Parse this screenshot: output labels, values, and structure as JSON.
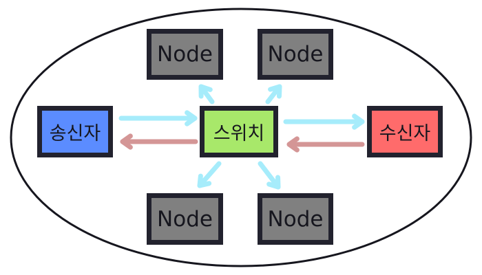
{
  "diagram": {
    "nodes": {
      "node_top_left": "Node",
      "node_top_right": "Node",
      "node_bottom_left": "Node",
      "node_bottom_right": "Node",
      "sender": "송신자",
      "switch": "스위치",
      "receiver": "수신자"
    },
    "edges": [
      {
        "from": "sender",
        "to": "switch",
        "color": "#a6ecfb"
      },
      {
        "from": "switch",
        "to": "sender",
        "color": "#d49696"
      },
      {
        "from": "switch",
        "to": "receiver",
        "color": "#a6ecfb"
      },
      {
        "from": "receiver",
        "to": "switch",
        "color": "#d49696"
      },
      {
        "from": "switch",
        "to": "node_top_left",
        "color": "#a6ecfb"
      },
      {
        "from": "switch",
        "to": "node_top_right",
        "color": "#a6ecfb"
      },
      {
        "from": "switch",
        "to": "node_bottom_left",
        "color": "#a6ecfb"
      },
      {
        "from": "switch",
        "to": "node_bottom_right",
        "color": "#a6ecfb"
      }
    ],
    "colors": {
      "box_border": "#22222e",
      "node_fill": "#808080",
      "sender_fill": "#5b8cff",
      "switch_fill": "#a8e86a",
      "receiver_fill": "#ff6b6b",
      "outgoing_arrow": "#a6ecfb",
      "return_arrow": "#d49696",
      "ellipse_stroke": "#16161e"
    }
  }
}
